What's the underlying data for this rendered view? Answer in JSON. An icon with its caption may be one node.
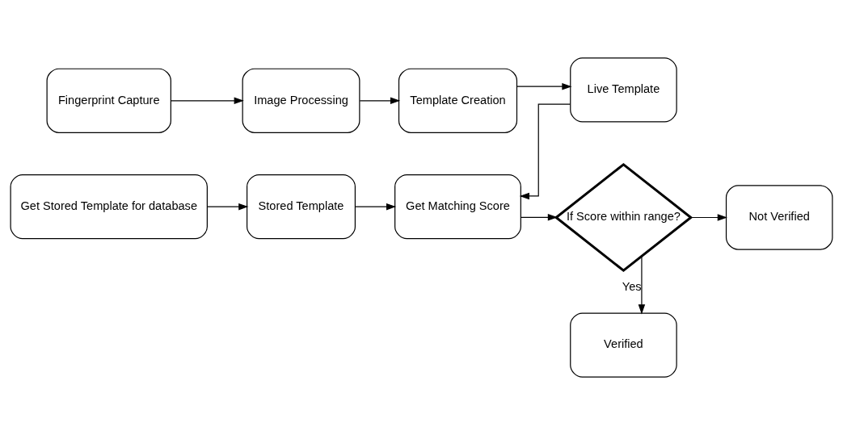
{
  "diagram": {
    "nodes": [
      {
        "text": [
          "Fingerprint Capture"
        ]
      },
      {
        "text": [
          "Image Processing"
        ]
      },
      {
        "text": [
          "Template Creation"
        ]
      },
      {
        "text": [
          "Live Template"
        ]
      },
      {
        "text": [
          "Get Stored Template for database"
        ]
      },
      {
        "text": [
          "Stored Template"
        ]
      },
      {
        "text": [
          "Get Matching Score"
        ]
      },
      {
        "text": [
          "If Score within range?"
        ]
      },
      {
        "text": [
          "Not Verified"
        ]
      },
      {
        "text": [
          "Verified"
        ]
      }
    ],
    "edges": [
      {
        "from": 0,
        "to": 1,
        "arrow": "to"
      },
      {
        "from": 1,
        "to": 2,
        "arrow": "to"
      },
      {
        "from": 2,
        "to": 3,
        "arrow": "to"
      },
      {
        "from": 3,
        "to": 6,
        "arrow": "to"
      },
      {
        "from": 4,
        "to": 5,
        "arrow": "to"
      },
      {
        "from": 5,
        "to": 6,
        "arrow": "to"
      },
      {
        "from": 6,
        "to": 7,
        "arrow": "to"
      },
      {
        "from": 7,
        "to": 8,
        "arrow": "to"
      },
      {
        "from": 7,
        "to": 9,
        "arrow": "to",
        "label": "Yes"
      }
    ]
  }
}
